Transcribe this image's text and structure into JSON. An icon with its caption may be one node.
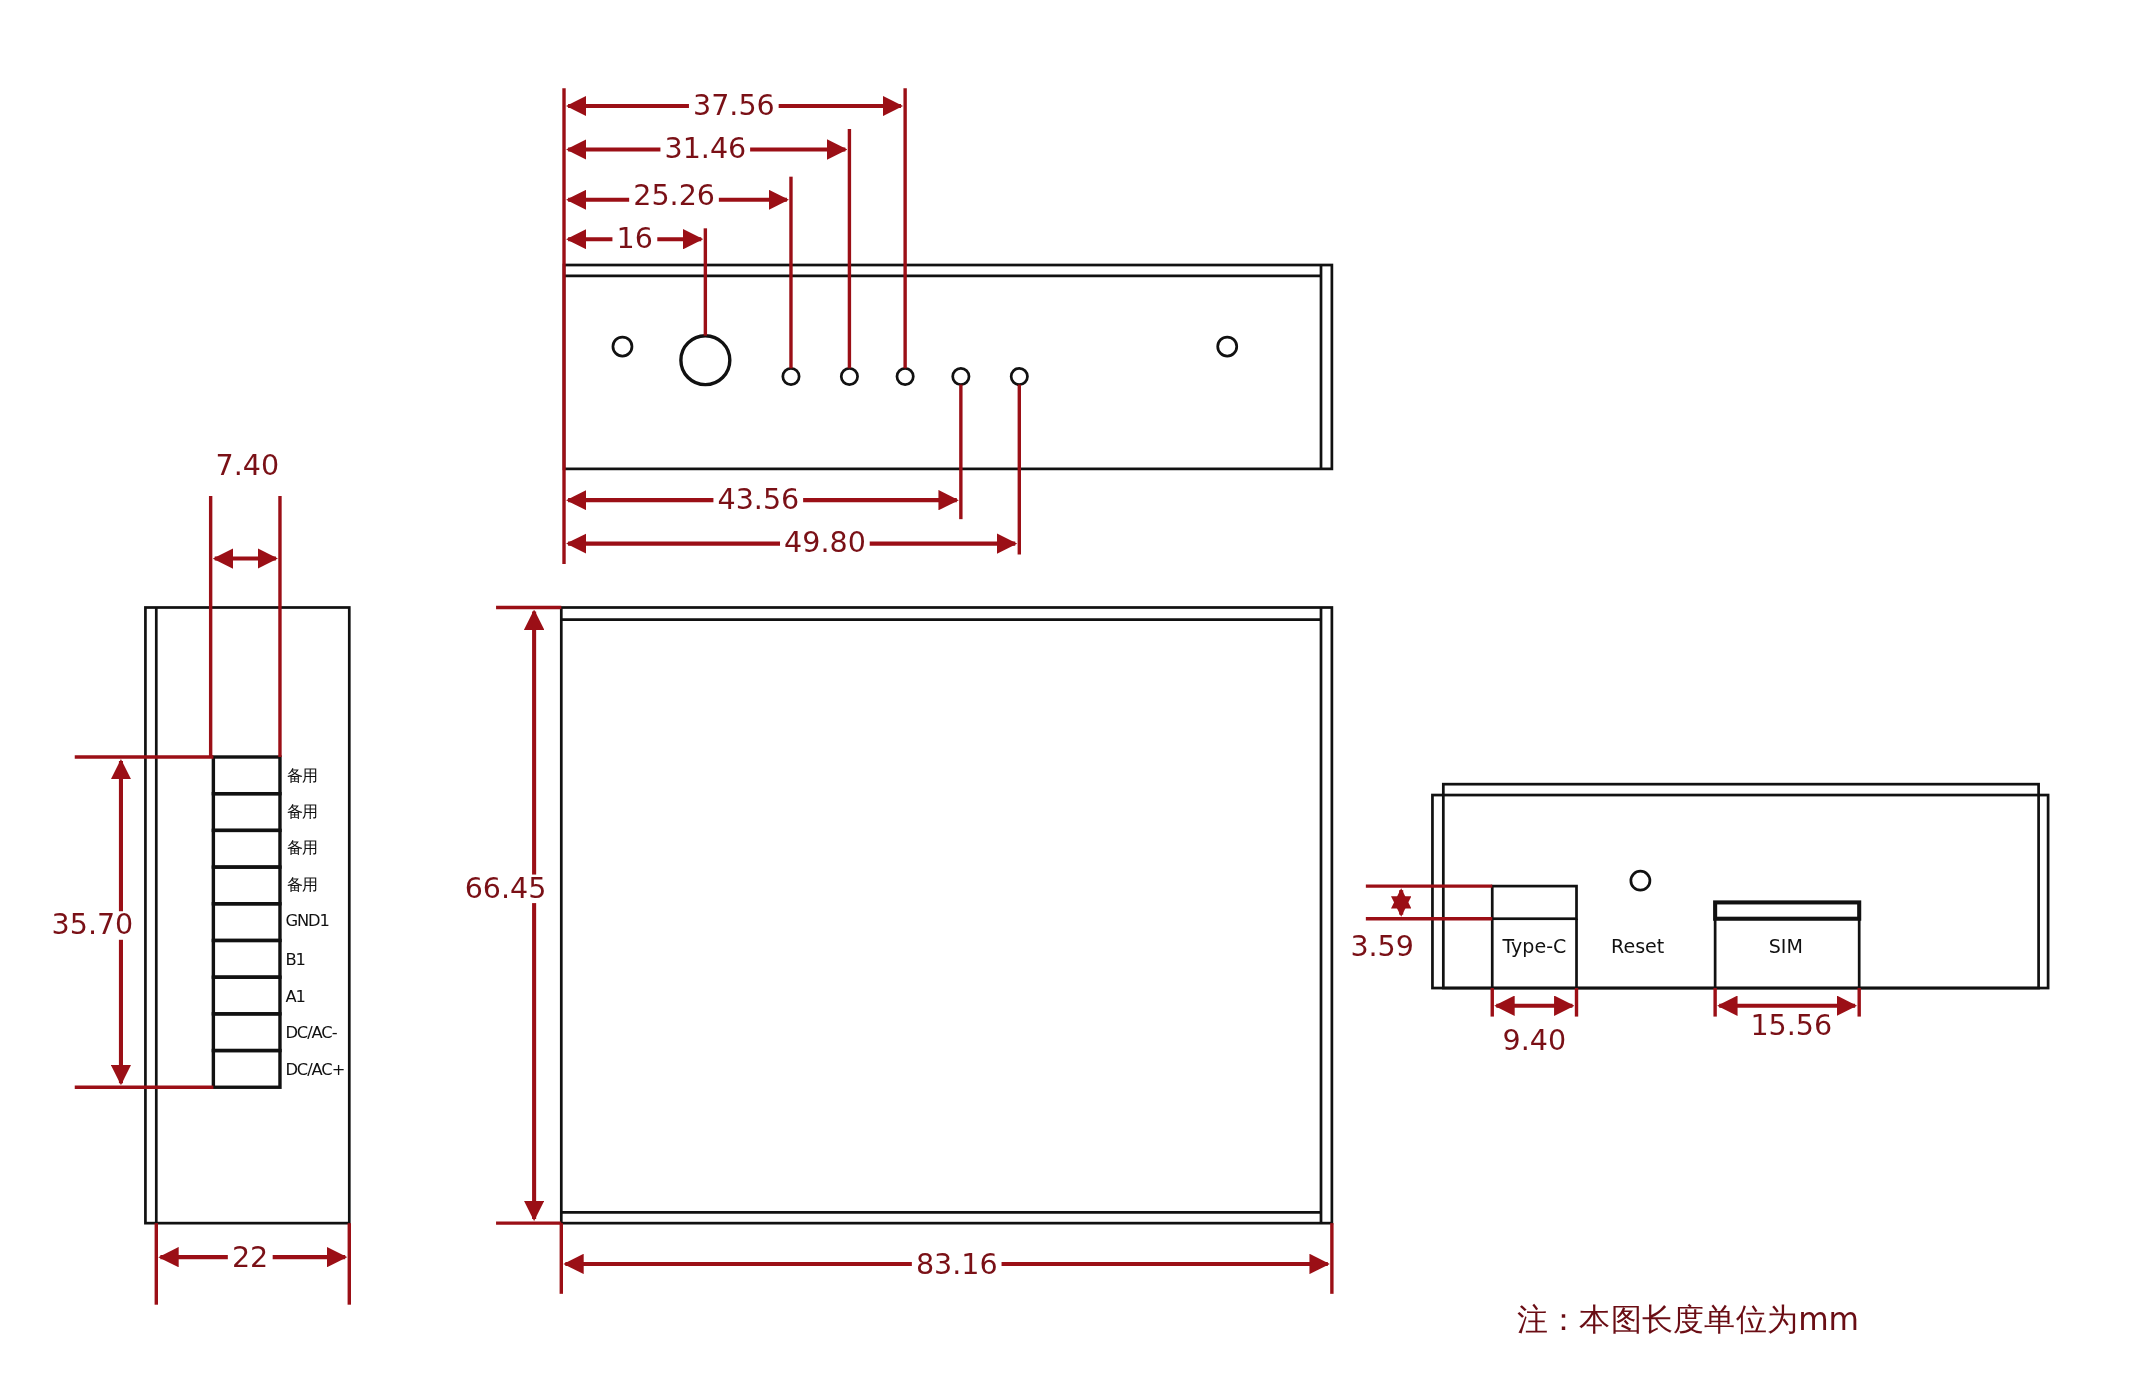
{
  "diagram": {
    "labels": [
      "37.56",
      "31.46",
      "25.26",
      "16",
      "7.40",
      "43.56",
      "49.80",
      "备用",
      "备用",
      "备用",
      "备用",
      "GND1",
      "B1",
      "A1",
      "DC/AC-",
      "DC/AC+",
      "66.45",
      "35.70",
      "3.59",
      "Type-C",
      "Reset",
      "SIM",
      "9.40",
      "15.56",
      "22",
      "83.16",
      "注：本图长度单位为mm"
    ]
  }
}
